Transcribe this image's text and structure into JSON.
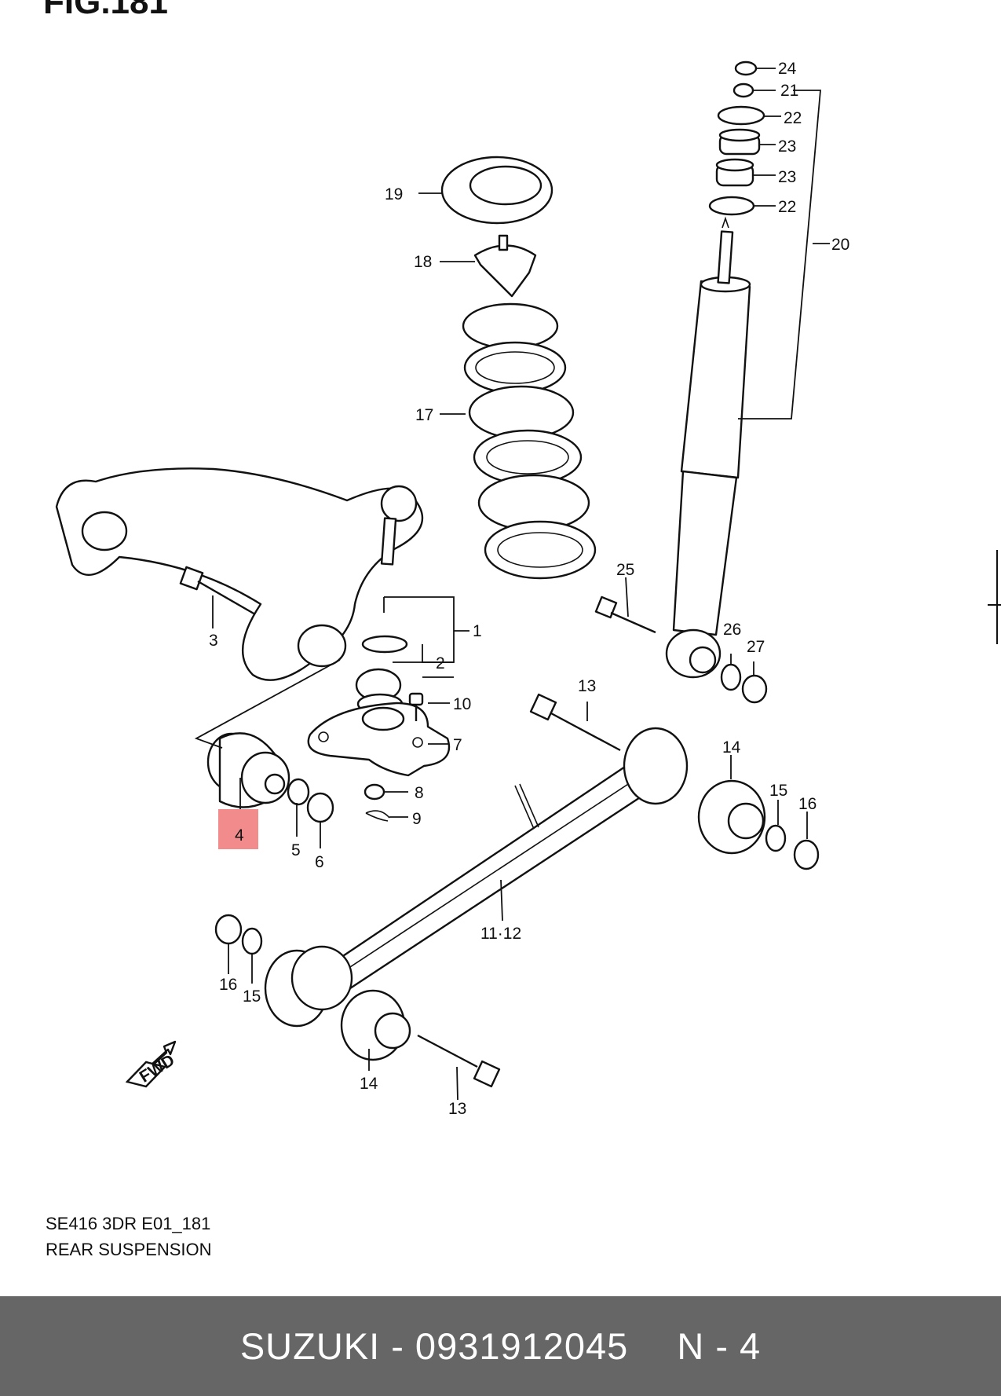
{
  "figure": {
    "title_fragment": "FIG.181",
    "code": "SE416 3DR E01_181",
    "name": "REAR SUSPENSION"
  },
  "callouts": [
    {
      "id": "24",
      "text": "24"
    },
    {
      "id": "21",
      "text": "21"
    },
    {
      "id": "22a",
      "text": "22"
    },
    {
      "id": "23a",
      "text": "23"
    },
    {
      "id": "23b",
      "text": "23"
    },
    {
      "id": "22b",
      "text": "22"
    },
    {
      "id": "20",
      "text": "20"
    },
    {
      "id": "19",
      "text": "19"
    },
    {
      "id": "18",
      "text": "18"
    },
    {
      "id": "17",
      "text": "17"
    },
    {
      "id": "25",
      "text": "25"
    },
    {
      "id": "1",
      "text": "1"
    },
    {
      "id": "2",
      "text": "2"
    },
    {
      "id": "3",
      "text": "3"
    },
    {
      "id": "26",
      "text": "26"
    },
    {
      "id": "27",
      "text": "27"
    },
    {
      "id": "10",
      "text": "10"
    },
    {
      "id": "7",
      "text": "7"
    },
    {
      "id": "13a",
      "text": "13"
    },
    {
      "id": "14a",
      "text": "14"
    },
    {
      "id": "8",
      "text": "8"
    },
    {
      "id": "9",
      "text": "9"
    },
    {
      "id": "15a",
      "text": "15"
    },
    {
      "id": "16a",
      "text": "16"
    },
    {
      "id": "4",
      "text": "4"
    },
    {
      "id": "5",
      "text": "5"
    },
    {
      "id": "6",
      "text": "6"
    },
    {
      "id": "1112",
      "text": "11·12"
    },
    {
      "id": "16b",
      "text": "16"
    },
    {
      "id": "15b",
      "text": "15"
    },
    {
      "id": "14b",
      "text": "14"
    },
    {
      "id": "13b",
      "text": "13"
    }
  ],
  "fwd_arrow_text": "FWD",
  "highlight": {
    "part": "4",
    "color": "#f28c8c"
  },
  "footer": {
    "brand_part": "SUZUKI - 0931912045",
    "qty": "N - 4",
    "bg_color": "#666666"
  }
}
